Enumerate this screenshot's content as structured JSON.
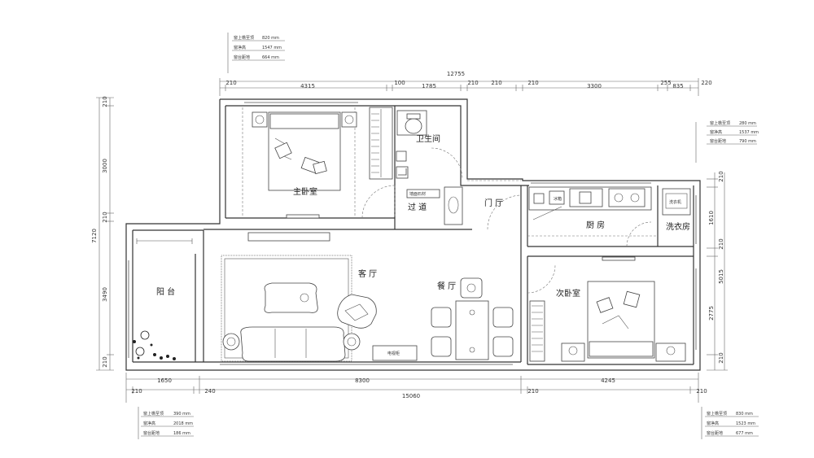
{
  "rooms": {
    "master_bedroom": "主卧室",
    "bathroom": "卫生间",
    "hallway": "过 道",
    "foyer": "门 厅",
    "kitchen": "厨 房",
    "laundry": "洗衣房",
    "living_room": "客 厅",
    "dining_room": "餐 厅",
    "second_bedroom": "次卧室",
    "balcony": "阳 台"
  },
  "top_dims": {
    "overall": "12755",
    "segments": [
      "210",
      "4315",
      "100",
      "1785",
      "210",
      "210",
      "210",
      "3300",
      "255",
      "835",
      "220"
    ]
  },
  "bottom_dims": {
    "overall": "15060",
    "upper_segments": [
      "1650",
      "8300",
      "4245"
    ],
    "lower_segments": [
      "210",
      "240",
      "210",
      "210"
    ]
  },
  "left_dims": {
    "overall": "7120",
    "segments": [
      "210",
      "3000",
      "210",
      "3490",
      "210"
    ]
  },
  "right_dims": {
    "overall": "5015",
    "segments": [
      "210",
      "1610",
      "210",
      "2775",
      "210"
    ]
  },
  "notes": {
    "top_left": [
      {
        "label": "窗上檐至顶",
        "value": "820 mm"
      },
      {
        "label": "窗净高",
        "value": "1547 mm"
      },
      {
        "label": "窗台距地",
        "value": "664 mm"
      }
    ],
    "right_top": [
      {
        "label": "窗上檐至顶",
        "value": "280 mm"
      },
      {
        "label": "窗净高",
        "value": "1537 mm"
      },
      {
        "label": "窗台距地",
        "value": "790 mm"
      }
    ],
    "bottom_left": [
      {
        "label": "窗上檐至顶",
        "value": "390 mm"
      },
      {
        "label": "窗净高",
        "value": "2018 mm"
      },
      {
        "label": "窗台距地",
        "value": "186 mm"
      }
    ],
    "bottom_right": [
      {
        "label": "窗上檐至顶",
        "value": "830 mm"
      },
      {
        "label": "窗净高",
        "value": "1523 mm"
      },
      {
        "label": "窗台距地",
        "value": "677 mm"
      }
    ]
  },
  "fixtures": {
    "washer_label": "洗衣机",
    "sink_label": "墙面石材",
    "fridge_label": "冰箱",
    "tv_cabinet_label": "电视柜"
  }
}
